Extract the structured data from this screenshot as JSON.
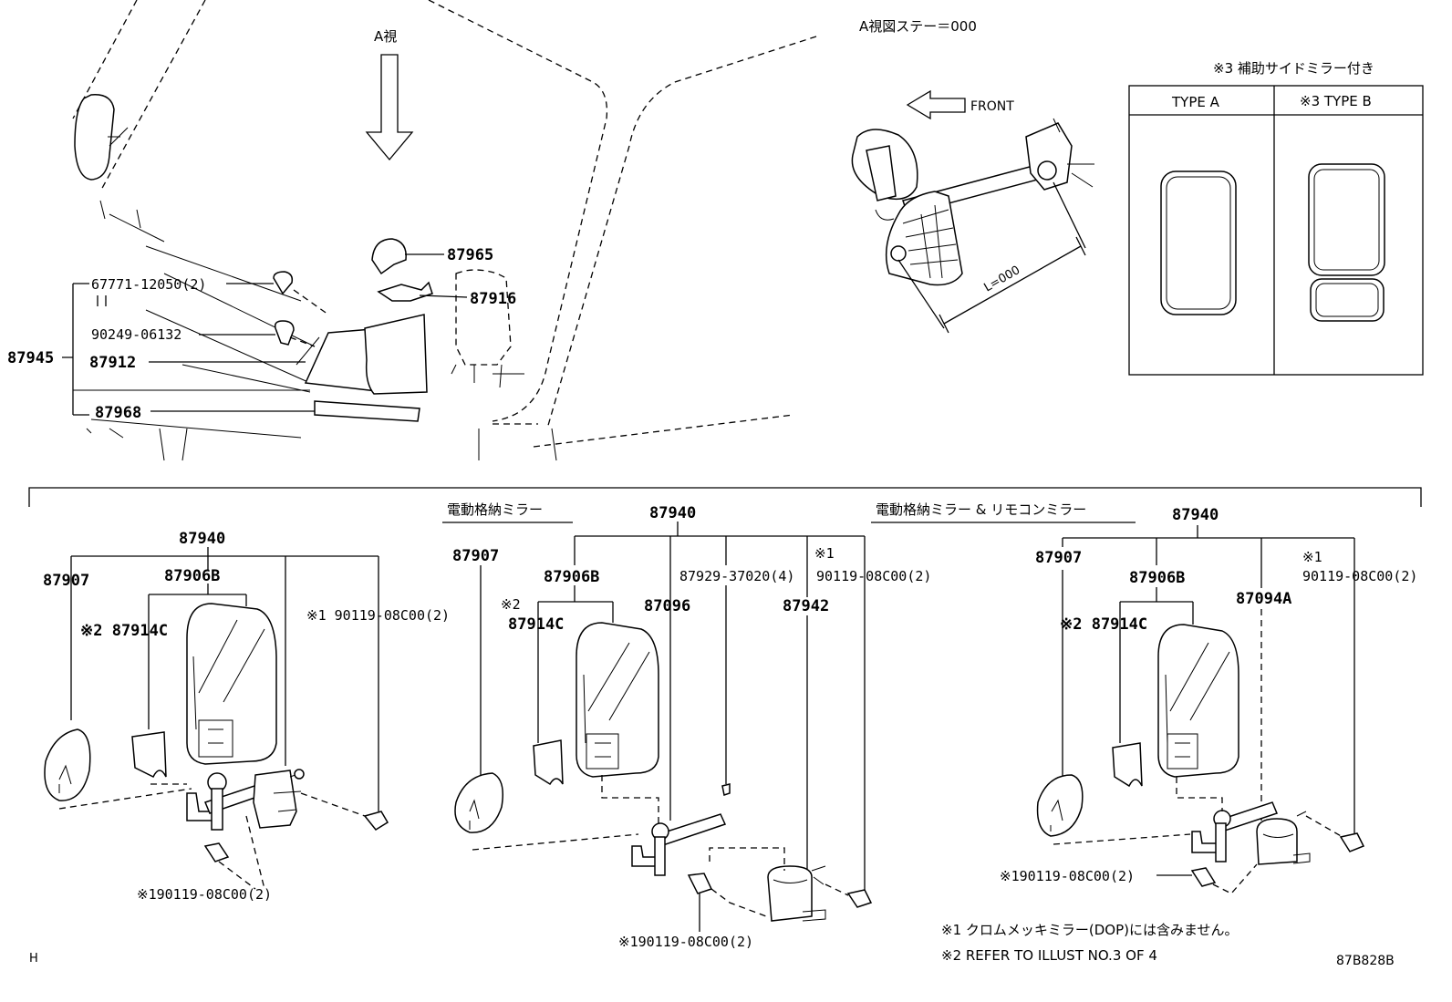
{
  "view_label": "A視",
  "view_stay_label": "A視図ステー＝000",
  "front_label": "FRONT",
  "dimension_label": "L=000",
  "aux_mirror_note": "※3  補助サイドミラー付き",
  "type_table": {
    "type_a": "TYPE A",
    "type_b": "※3  TYPE B"
  },
  "top_parts": {
    "group": "87945",
    "p67771": "67771-12050(2)",
    "p90249": "90249-06132",
    "p87912": "87912",
    "p87968": "87968",
    "p87965": "87965",
    "p87916": "87916"
  },
  "left_assembly": {
    "assy": "87940",
    "p87907": "87907",
    "p87906b": "87906B",
    "p87914c": "※2 87914C",
    "bolt_upper": "※1 90119-08C00(2)",
    "bolt_lower": "※190119-08C00(2)"
  },
  "mid_assembly": {
    "title": "電動格納ミラー",
    "assy": "87940",
    "p87907": "87907",
    "p87906b": "87906B",
    "note2": "※2",
    "p87914c": "87914C",
    "p87096": "87096",
    "p87929": "87929-37020(4)",
    "note1": "※1",
    "bolt_upper": "90119-08C00(2)",
    "p87942": "87942",
    "bolt_lower": "※190119-08C00(2)"
  },
  "right_assembly": {
    "title": "電動格納ミラー  &  リモコンミラー",
    "assy": "87940",
    "p87907": "87907",
    "p87906b": "87906B",
    "p87914c": "※2 87914C",
    "p87094a": "87094A",
    "note1": "※1",
    "bolt_upper": "90119-08C00(2)",
    "bolt_lower": "※190119-08C00(2)"
  },
  "footnotes": {
    "note1": "※1  クロムメッキミラー(DOP)には含みません。",
    "note2": "※2    REFER TO ILLUST NO.3 OF 4"
  },
  "corner_code": "H",
  "drawing_id": "87B828B"
}
